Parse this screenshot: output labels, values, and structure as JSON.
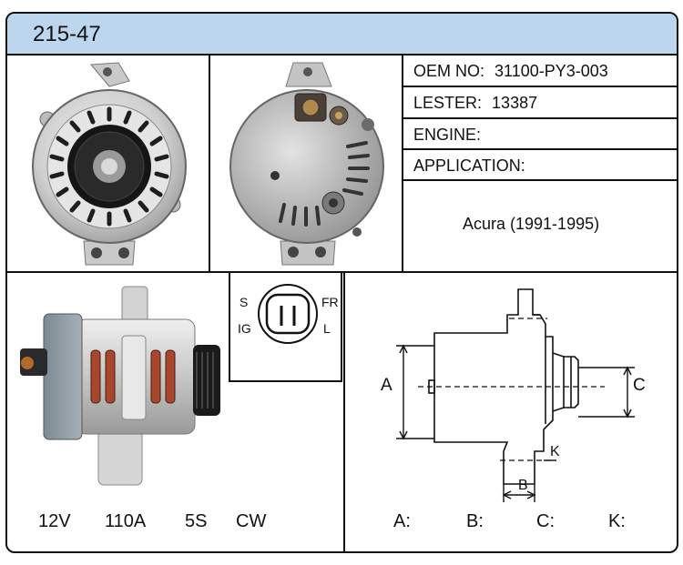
{
  "part_number": "215-47",
  "info": {
    "oem_label": "OEM NO:",
    "oem_value": "31100-PY3-003",
    "lester_label": "LESTER:",
    "lester_value": "13387",
    "engine_label": "ENGINE:",
    "engine_value": "",
    "application_label": "APPLICATION:",
    "application_value": "Acura (1991-1995)"
  },
  "connector": {
    "top_left": "S",
    "top_right": "FR",
    "bottom_left": "IG",
    "bottom_right": "L"
  },
  "specs": {
    "voltage": "12V",
    "amperage": "110A",
    "pulley": "5S",
    "rotation": "CW"
  },
  "dimensions": {
    "labels": {
      "a": "A",
      "b": "B",
      "c": "C",
      "k": "K"
    },
    "values": {
      "a": "A:",
      "b": "B:",
      "c": "C:",
      "k": "K:"
    }
  },
  "colors": {
    "header_bg": "#bcd6ee",
    "border": "#111111"
  }
}
